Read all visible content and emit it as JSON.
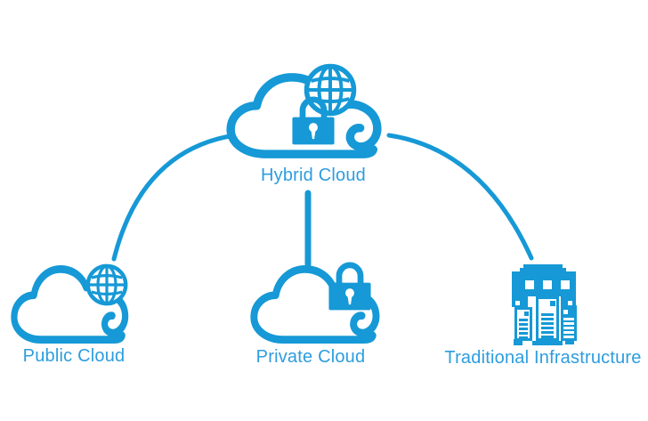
{
  "diagram": {
    "accent_color": "#1699d6",
    "text_color": "#2d9ddf",
    "nodes": [
      {
        "id": "hybrid-cloud",
        "label": "Hybrid Cloud",
        "icons": [
          "cloud-icon",
          "globe-icon",
          "padlock-icon"
        ],
        "position": "top-center"
      },
      {
        "id": "public-cloud",
        "label": "Public Cloud",
        "icons": [
          "cloud-icon",
          "globe-icon"
        ],
        "position": "bottom-left"
      },
      {
        "id": "private-cloud",
        "label": "Private Cloud",
        "icons": [
          "cloud-icon",
          "padlock-icon"
        ],
        "position": "bottom-center"
      },
      {
        "id": "traditional-infrastructure",
        "label": "Traditional Infrastructure",
        "icons": [
          "mainframe-server-icon"
        ],
        "position": "bottom-right"
      }
    ],
    "edges": [
      {
        "from": "hybrid-cloud",
        "to": "public-cloud",
        "style": "curved-arc"
      },
      {
        "from": "hybrid-cloud",
        "to": "private-cloud",
        "style": "straight-vertical"
      },
      {
        "from": "hybrid-cloud",
        "to": "traditional-infrastructure",
        "style": "curved-arc"
      }
    ]
  }
}
